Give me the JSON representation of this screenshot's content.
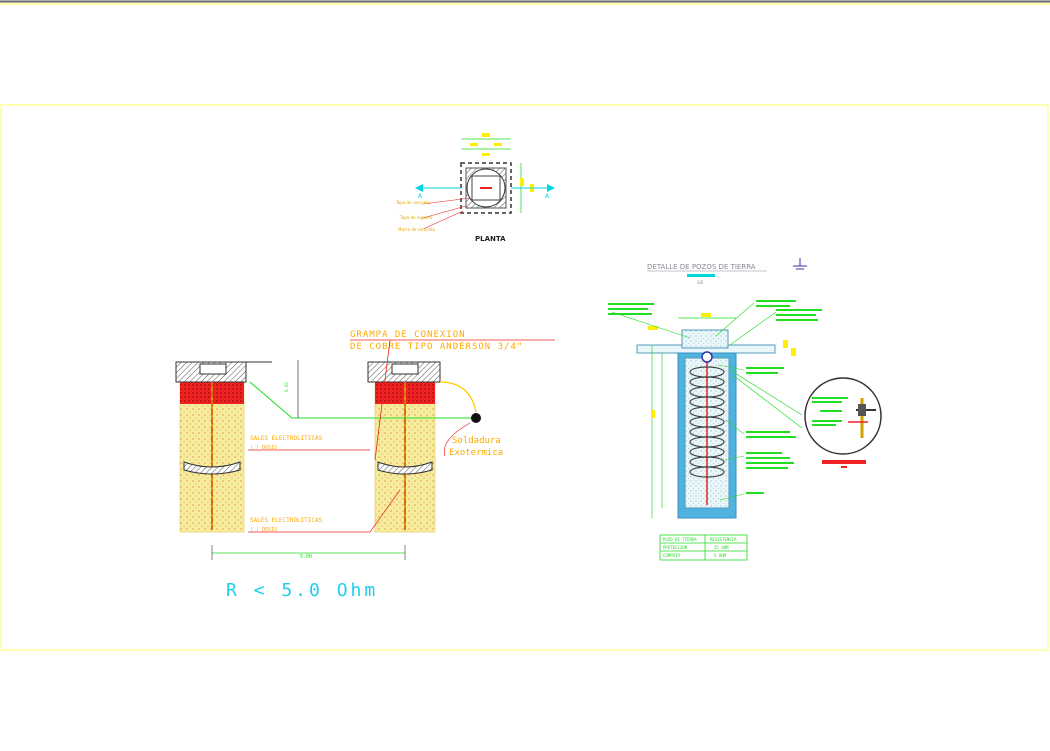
{
  "drawing": {
    "plan_title": "PLANTA",
    "plan_labels": [
      "Tapa de concreto",
      "Tapa de registro",
      "Marco de concreto"
    ],
    "plan_section_mark": "A",
    "clamp_title_line1": "GRAMPA  DE  CONEXION",
    "clamp_title_line2": "DE  COBRE  TIPO  ANDERSON  3/4\"",
    "salts_label_1": "SALES  ELECTROLITICAS",
    "salts_label_1_sub": "(   ) DOSIS",
    "salts_label_2": "SALES  ELECTROLITICAS",
    "salts_label_2_sub": "(   ) DOSIS",
    "weld_label_line1": "Soldadura",
    "weld_label_line2": "Exotermica",
    "separation_dim": "5.00",
    "resistance_note": "R  <  5.0  Ohm",
    "detail_title": "DETALLE DE POZOS DE TIERRA",
    "detail_scale": "S/E",
    "table": {
      "headers": [
        "POZO DE TIERRA",
        "RESISTENCIA"
      ],
      "rows": [
        [
          "PROTECCION",
          "25 OHM"
        ],
        [
          "COMPUTO",
          "5 OHM"
        ]
      ]
    }
  },
  "colors": {
    "border": "#ffff99",
    "cyan": "#00d5e0",
    "red": "#ff1010",
    "green": "#22dd22",
    "yellow": "#ffee00",
    "fill": "#f7ec9a"
  }
}
